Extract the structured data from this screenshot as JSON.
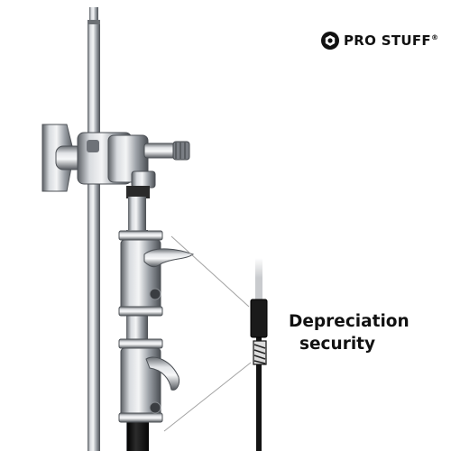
{
  "brand": {
    "name": "PRO STUFF",
    "mark": "®",
    "logo_icon": "hexagon-nut-icon"
  },
  "caption": {
    "line1": "Depreciation",
    "line2": "security"
  },
  "colors": {
    "background": "#ffffff",
    "text": "#111111",
    "chrome": "#b8bcc1",
    "pole_dark": "#121212",
    "leader_lines": "#9a9a9a"
  }
}
